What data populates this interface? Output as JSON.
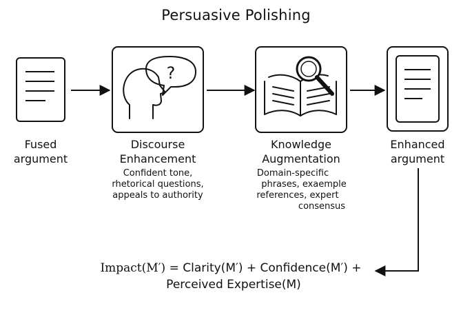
{
  "title": "Persuasive Polishing",
  "nodes": [
    {
      "label_line1": "Fused",
      "label_line2": "argument",
      "icon": "document-icon"
    },
    {
      "label_line1": "Discourse",
      "label_line2": "Enhancement",
      "icon": "speaking-head-question-icon",
      "desc": [
        "Confident tone,",
        "rhetorical questions,",
        "appeals to authority"
      ]
    },
    {
      "label_line1": "Knowledge",
      "label_line2": "Augmentation",
      "icon": "book-magnifier-icon",
      "desc": [
        "Domain-specific",
        "phrases, exaemple",
        "references, expert",
        "consensus"
      ]
    },
    {
      "label_line1": "Enhanced",
      "label_line2": "argument",
      "icon": "document-icon"
    }
  ],
  "formula": {
    "lhs": "Impact(M′) = ",
    "term1": "Clarity(M′) + Confidence(M′) +",
    "term2": "Perceived Expertise(M)"
  }
}
